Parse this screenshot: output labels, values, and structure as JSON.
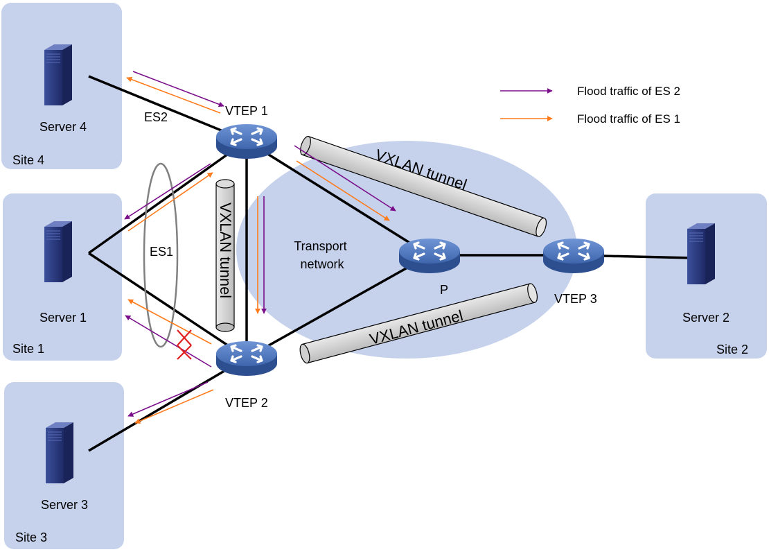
{
  "sites": {
    "site1": "Site 1",
    "site2": "Site 2",
    "site3": "Site 3",
    "site4": "Site 4"
  },
  "servers": {
    "server1": "Server 1",
    "server2": "Server 2",
    "server3": "Server 3",
    "server4": "Server 4"
  },
  "devices": {
    "vtep1": "VTEP 1",
    "vtep2": "VTEP 2",
    "vtep3": "VTEP 3",
    "p": "P"
  },
  "segments": {
    "es1": "ES1",
    "es2": "ES2"
  },
  "transport_network": {
    "line1": "Transport",
    "line2": "network"
  },
  "tunnels": {
    "vertical": "VXLAN tunnel",
    "upper": "VXLAN tunnel",
    "lower": "VXLAN tunnel"
  },
  "legend": {
    "es2_label": "Flood traffic of ES 2",
    "es1_label": "Flood traffic of ES 1",
    "es2_color": "#7a0f8a",
    "es1_color": "#ff7a1a"
  },
  "colors": {
    "site_fill": "#c6d2ec",
    "transport_fill": "#c6d2ec",
    "router_fill": "#4a73b8",
    "server_fill": "#28377a",
    "tunnel_fill": "#cfcfcf",
    "blocked_mark": "#e02020"
  }
}
